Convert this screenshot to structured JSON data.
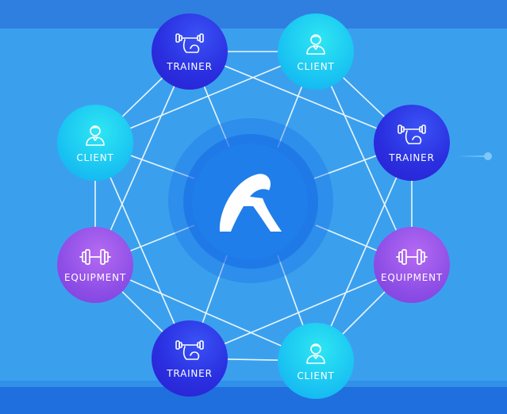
{
  "diagram": {
    "colors": {
      "background": "#3aa0ee",
      "center": "#1f7ee9",
      "trainer": "#2a2fe0",
      "client": "#1ac4f2",
      "equipment": "#8d4ee6",
      "links": "#ffffff"
    },
    "center": {
      "icon": "stylized-a-logo-icon"
    },
    "nodes": [
      {
        "id": "trainer-top",
        "type": "trainer",
        "label": "TRAINER",
        "icon": "muscle-arm-dumbbell-icon"
      },
      {
        "id": "client-top",
        "type": "client",
        "label": "CLIENT",
        "icon": "person-bust-icon"
      },
      {
        "id": "trainer-right",
        "type": "trainer",
        "label": "TRAINER",
        "icon": "muscle-arm-dumbbell-icon"
      },
      {
        "id": "equipment-right",
        "type": "equipment",
        "label": "EQUIPMENT",
        "icon": "dumbbell-icon"
      },
      {
        "id": "client-bottom",
        "type": "client",
        "label": "CLIENT",
        "icon": "person-bust-icon"
      },
      {
        "id": "trainer-bottom",
        "type": "trainer",
        "label": "TRAINER",
        "icon": "muscle-arm-dumbbell-icon"
      },
      {
        "id": "equipment-left",
        "type": "equipment",
        "label": "EQUIPMENT",
        "icon": "dumbbell-icon"
      },
      {
        "id": "client-left",
        "type": "client",
        "label": "CLIENT",
        "icon": "person-bust-icon"
      }
    ]
  }
}
